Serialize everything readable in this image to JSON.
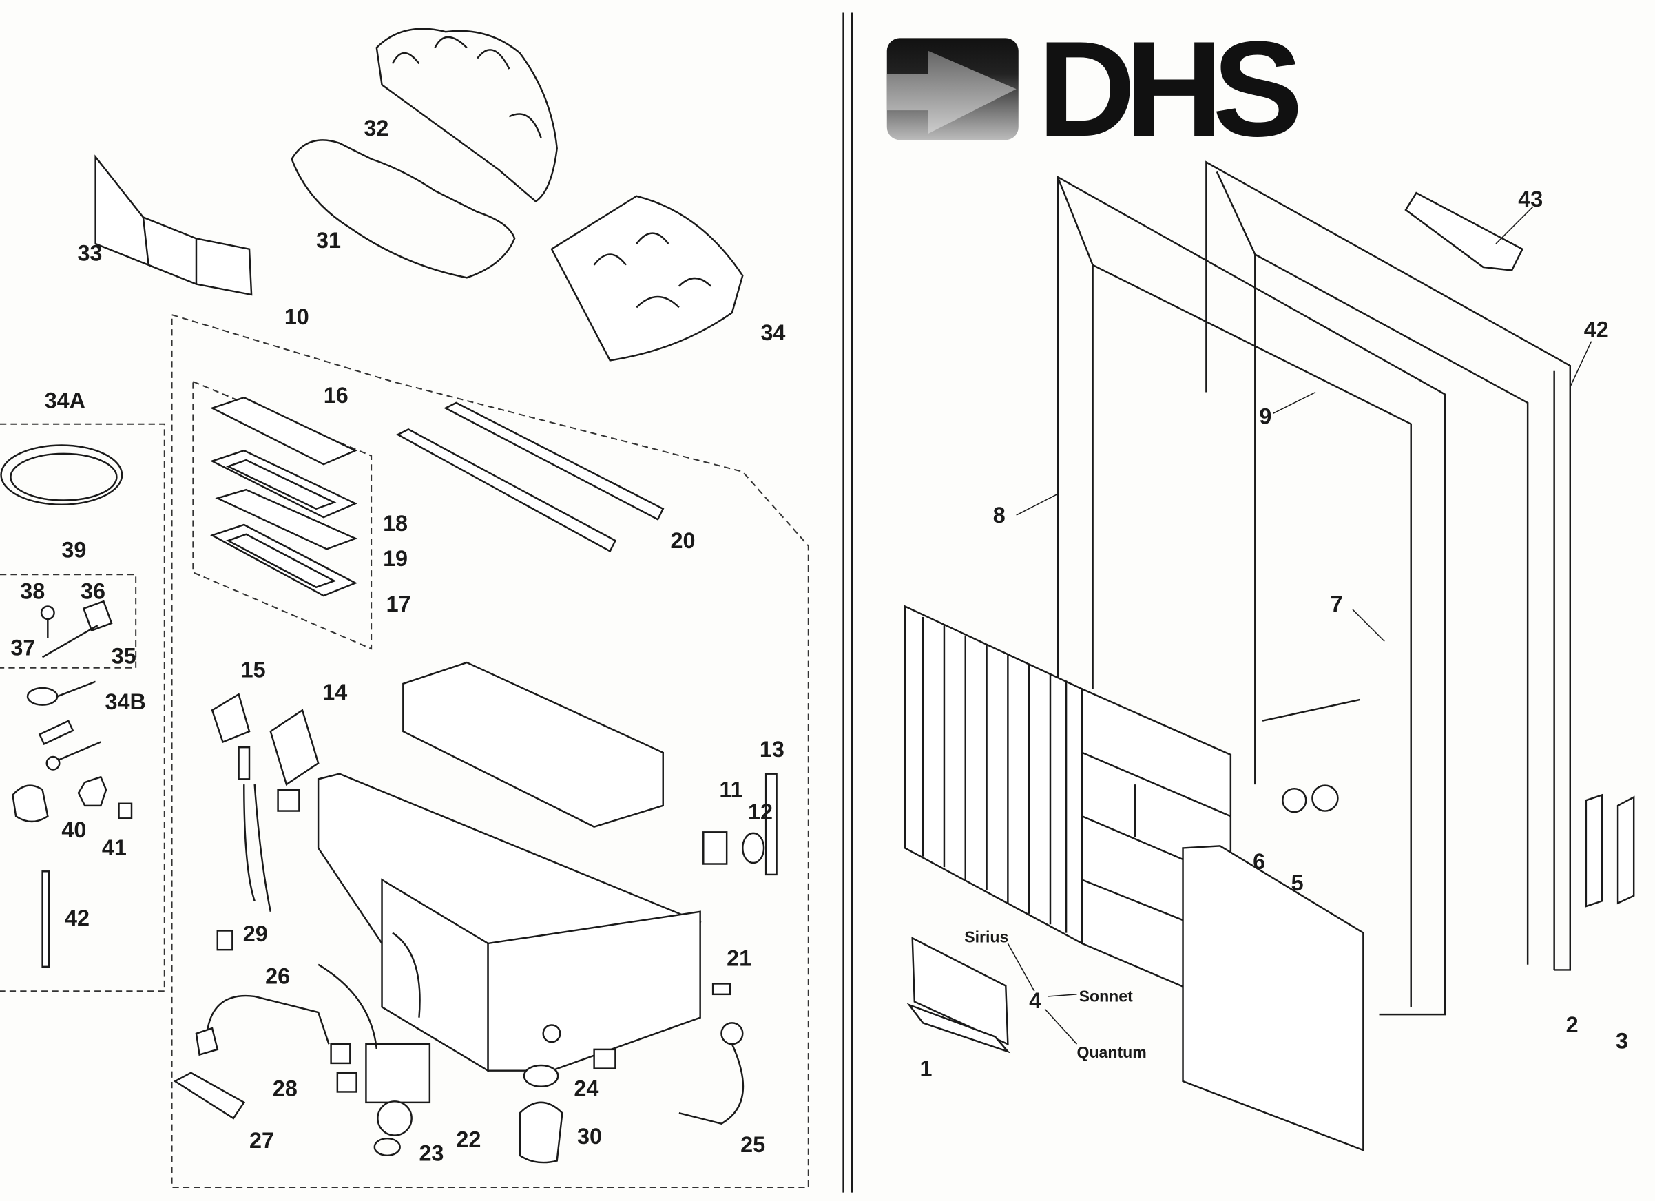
{
  "brand": {
    "logo_text": "DHS"
  },
  "left_panel": {
    "labels": {
      "p32": "32",
      "p33": "33",
      "p31": "31",
      "p34": "34",
      "p10": "10",
      "p34A": "34A",
      "p16": "16",
      "p39": "39",
      "p18": "18",
      "p19": "19",
      "p20": "20",
      "p17": "17",
      "p38": "38",
      "p36": "36",
      "p37": "37",
      "p35": "35",
      "p34B": "34B",
      "p15": "15",
      "p14": "14",
      "p13": "13",
      "p11": "11",
      "p12": "12",
      "p40": "40",
      "p41": "41",
      "p42": "42",
      "p29": "29",
      "p21": "21",
      "p26": "26",
      "p24": "24",
      "p28": "28",
      "p30": "30",
      "p22": "22",
      "p27": "27",
      "p23": "23",
      "p25": "25"
    }
  },
  "right_panel": {
    "labels": {
      "p43": "43",
      "p42": "42",
      "p9": "9",
      "p8": "8",
      "p7": "7",
      "p6": "6",
      "p5": "5",
      "p4": "4",
      "p1": "1",
      "p2": "2",
      "p3": "3",
      "sirius": "Sirius",
      "sonnet": "Sonnet",
      "quantum": "Quantum"
    }
  }
}
